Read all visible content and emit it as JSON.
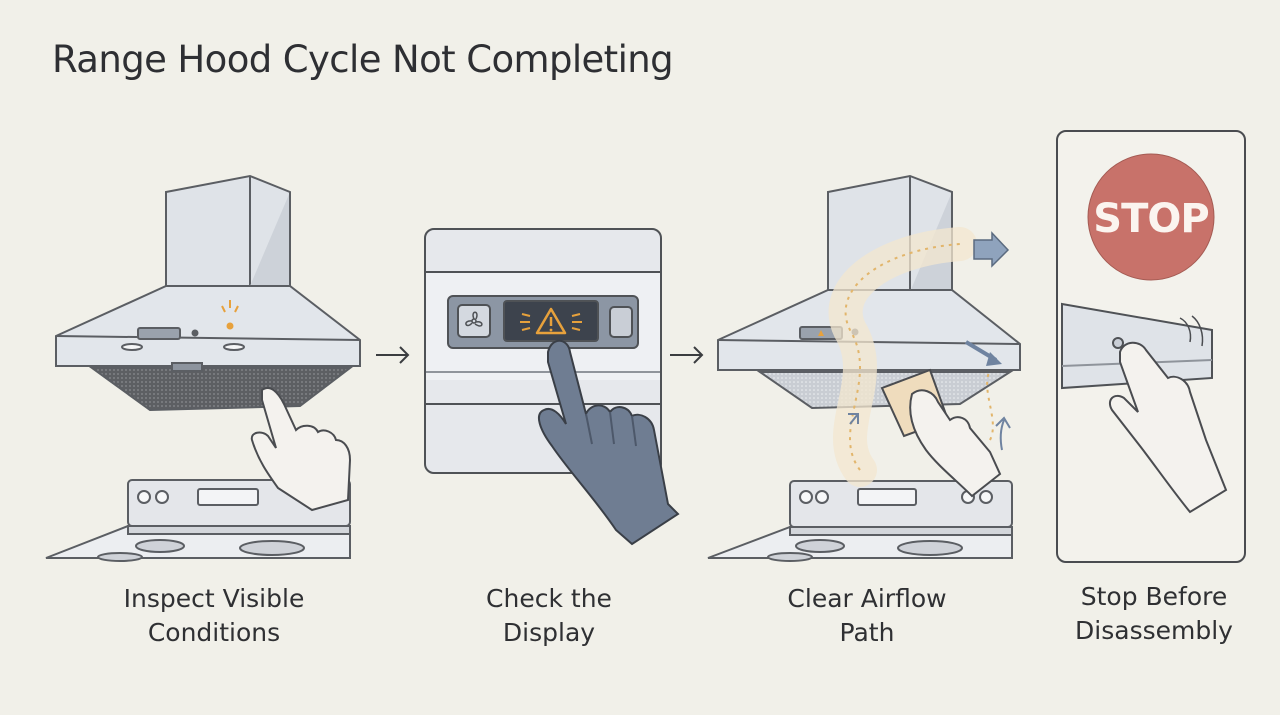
{
  "title": "Range Hood Cycle Not Completing",
  "steps": [
    {
      "label": "Inspect Visible\nConditions"
    },
    {
      "label": "Check the\nDisplay"
    },
    {
      "label": "Clear Airflow\nPath"
    },
    {
      "label": "Stop Before\nDisassembly"
    }
  ],
  "stop_sign": {
    "text": "STOP",
    "color": "#c8726a"
  },
  "colors": {
    "background": "#f1f0e9",
    "steel": "#dfe3e8",
    "glove": "#6f7d92",
    "warning": "#e7a13c",
    "airflow": "#e2b56b"
  },
  "icons": [
    "arrow-right-icon",
    "fan-icon",
    "warning-icon",
    "stop-sign-icon"
  ]
}
